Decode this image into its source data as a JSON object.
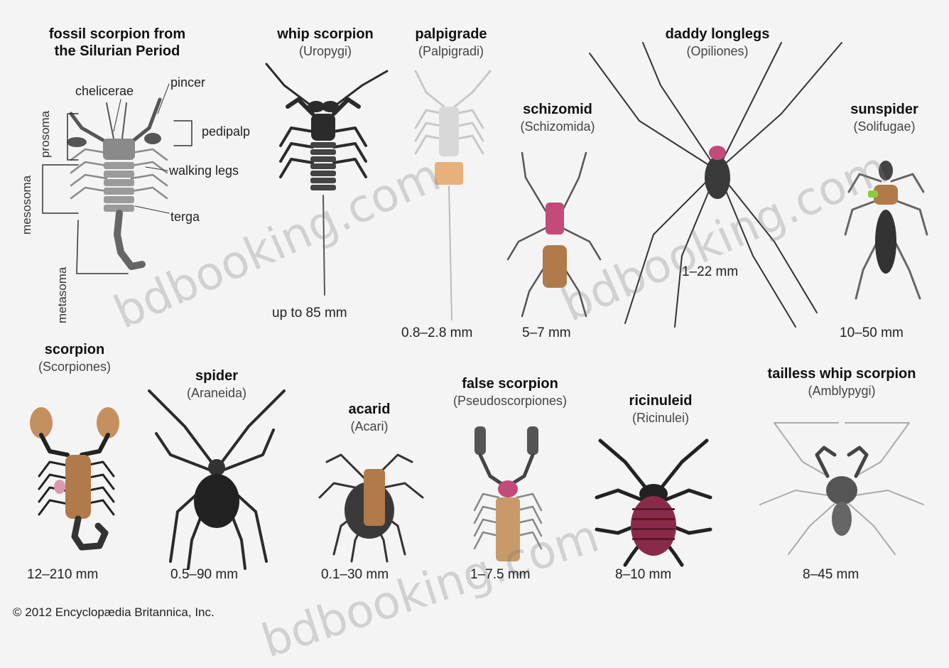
{
  "fossil": {
    "title_line1": "fossil scorpion from",
    "title_line2": "the Silurian Period",
    "parts": {
      "chelicerae": "chelicerae",
      "pincer": "pincer",
      "pedipalp": "pedipalp",
      "walking_legs": "walking legs",
      "terga": "terga",
      "prosoma": "prosoma",
      "mesosoma": "mesosoma",
      "metasoma": "metasoma"
    }
  },
  "animals": [
    {
      "name": "whip scorpion",
      "sci": "(Uropygi)",
      "size": "up to 85 mm"
    },
    {
      "name": "palpigrade",
      "sci": "(Palpigradi)",
      "size": "0.8–2.8 mm"
    },
    {
      "name": "schizomid",
      "sci": "(Schizomida)",
      "size": "5–7 mm"
    },
    {
      "name": "daddy longlegs",
      "sci": "(Opiliones)",
      "size": "1–22 mm"
    },
    {
      "name": "sunspider",
      "sci": "(Solifugae)",
      "size": "10–50 mm"
    },
    {
      "name": "scorpion",
      "sci": "(Scorpiones)",
      "size": "12–210 mm"
    },
    {
      "name": "spider",
      "sci": "(Araneida)",
      "size": "0.5–90 mm"
    },
    {
      "name": "acarid",
      "sci": "(Acari)",
      "size": "0.1–30 mm"
    },
    {
      "name": "false scorpion",
      "sci": "(Pseudoscorpiones)",
      "size": "1–7.5 mm"
    },
    {
      "name": "ricinuleid",
      "sci": "(Ricinulei)",
      "size": "8–10 mm"
    },
    {
      "name": "tailless whip scorpion",
      "sci": "(Amblypygi)",
      "size": "8–45 mm"
    }
  ],
  "colors": {
    "body_dark": "#2b2b2b",
    "body_gray": "#8a8a8a",
    "brown": "#b07a4a",
    "tan": "#e8b07a",
    "pink": "#c44a7a",
    "green": "#8acb3a",
    "maroon": "#8a2a4a"
  },
  "copyright": "© 2012 Encyclopædia Britannica, Inc.",
  "watermark": "bdbooking.com"
}
